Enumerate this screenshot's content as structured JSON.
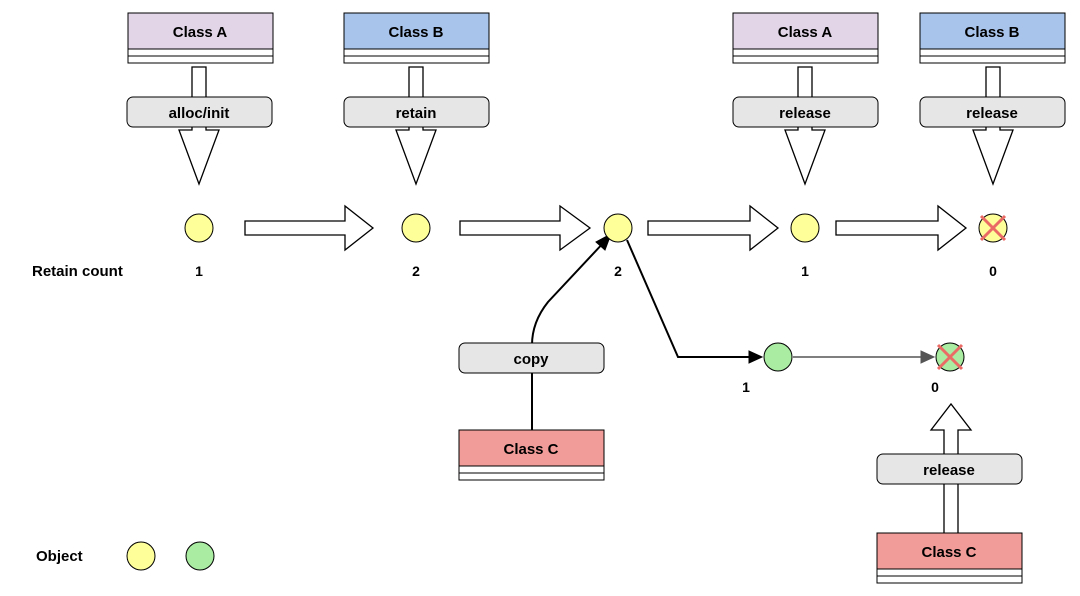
{
  "labels": {
    "retain_count": "Retain count",
    "object": "Object"
  },
  "classes": [
    {
      "id": "class-a-top-left",
      "name": "Class A",
      "color": "#e1d5e7"
    },
    {
      "id": "class-b-top-left",
      "name": "Class B",
      "color": "#a9c4eb"
    },
    {
      "id": "class-a-top-right",
      "name": "Class A",
      "color": "#e1d5e7"
    },
    {
      "id": "class-b-top-right",
      "name": "Class B",
      "color": "#a9c4eb"
    },
    {
      "id": "class-c-middle",
      "name": "Class C",
      "color": "#f19c99"
    },
    {
      "id": "class-c-bottom",
      "name": "Class C",
      "color": "#f19c99"
    }
  ],
  "operations": [
    {
      "id": "op-alloc-init",
      "label": "alloc/init"
    },
    {
      "id": "op-retain",
      "label": "retain"
    },
    {
      "id": "op-release-a",
      "label": "release"
    },
    {
      "id": "op-release-b",
      "label": "release"
    },
    {
      "id": "op-copy",
      "label": "copy"
    },
    {
      "id": "op-release-c",
      "label": "release"
    }
  ],
  "objects": [
    {
      "id": "object-1",
      "count": "1",
      "color": "#ffff99",
      "deallocated": false
    },
    {
      "id": "object-2",
      "count": "2",
      "color": "#ffff99",
      "deallocated": false
    },
    {
      "id": "object-3",
      "count": "2",
      "color": "#ffff99",
      "deallocated": false
    },
    {
      "id": "object-4",
      "count": "1",
      "color": "#ffff99",
      "deallocated": false
    },
    {
      "id": "object-5",
      "count": "0",
      "color": "#ffff99",
      "deallocated": true
    },
    {
      "id": "copy-object-1",
      "count": "1",
      "color": "#a9eca2",
      "deallocated": false
    },
    {
      "id": "copy-object-2",
      "count": "0",
      "color": "#a9eca2",
      "deallocated": true
    }
  ],
  "legend": [
    {
      "id": "legend-yellow",
      "color": "#ffff99"
    },
    {
      "id": "legend-green",
      "color": "#a9eca2"
    }
  ],
  "colors": {
    "pill_fill": "#e6e6e6",
    "cross": "#ea6b66",
    "stroke": "#000000"
  }
}
